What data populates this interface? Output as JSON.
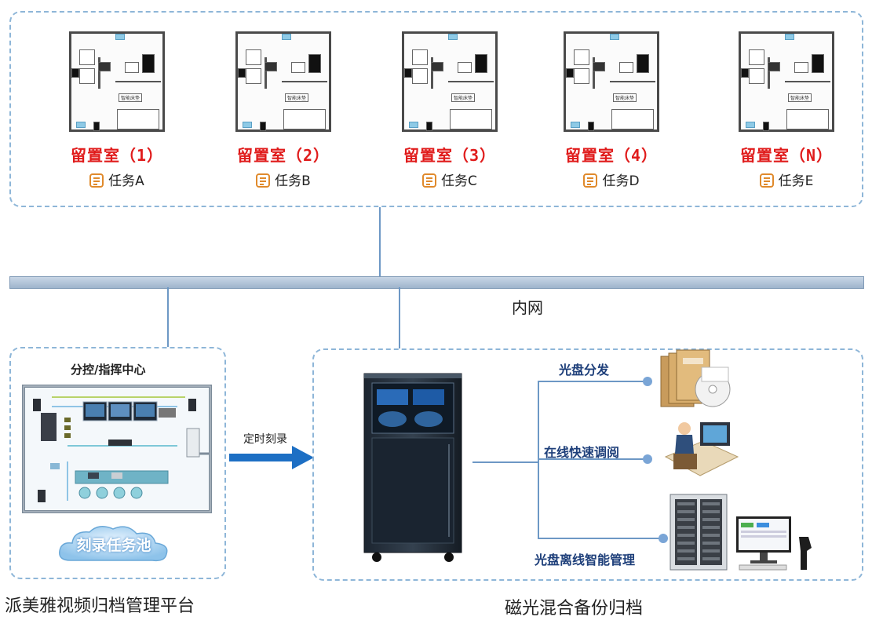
{
  "rooms": [
    {
      "title": "留置室（1）",
      "task": "任务A"
    },
    {
      "title": "留置室（2）",
      "task": "任务B"
    },
    {
      "title": "留置室（3）",
      "task": "任务C"
    },
    {
      "title": "留置室（4）",
      "task": "任务D"
    },
    {
      "title": "留置室（N）",
      "task": "任务E"
    }
  ],
  "plan_label": "智能床垫",
  "network": {
    "label": "内网"
  },
  "left_panel": {
    "title": "分控/指挥中心",
    "cloud_label": "刻录任务池",
    "caption": "派美雅视频归档管理平台"
  },
  "arrow": {
    "label": "定时刻录"
  },
  "right_panel": {
    "caption": "磁光混合备份归档",
    "features": [
      "光盘分发",
      "在线快速调阅",
      "光盘离线智能管理"
    ]
  },
  "colors": {
    "accent_red": "#e01b1b",
    "line_blue": "#6d98c5",
    "arrow_blue": "#1d6fc4",
    "feature_text": "#1e3f7a",
    "task_icon": "#e08a2c"
  }
}
